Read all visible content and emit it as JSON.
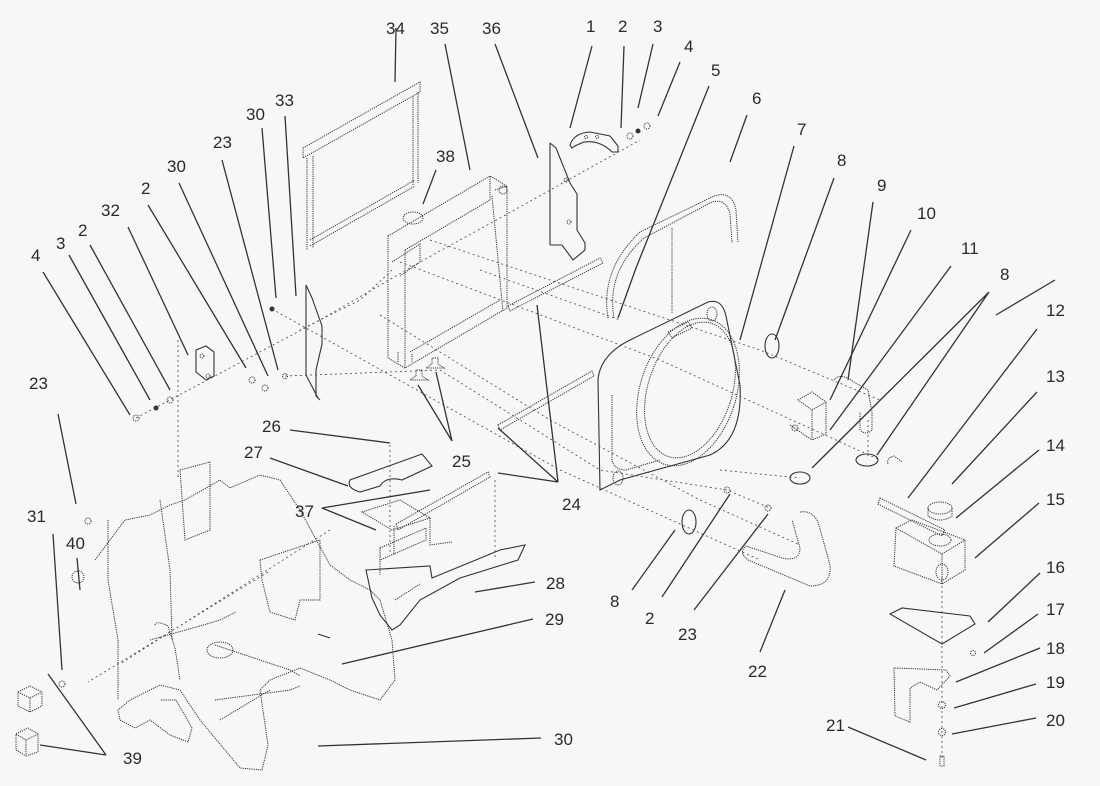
{
  "figure": {
    "type": "exploded-parts-diagram",
    "subject": "Radiator, fan shroud, coolant overflow tank and frame assembly"
  },
  "callouts": [
    {
      "id": "c1",
      "label": "1"
    },
    {
      "id": "c2a",
      "label": "2"
    },
    {
      "id": "c3a",
      "label": "3"
    },
    {
      "id": "c4a",
      "label": "4"
    },
    {
      "id": "c5",
      "label": "5"
    },
    {
      "id": "c6",
      "label": "6"
    },
    {
      "id": "c7",
      "label": "7"
    },
    {
      "id": "c8a",
      "label": "8"
    },
    {
      "id": "c9",
      "label": "9"
    },
    {
      "id": "c10",
      "label": "10"
    },
    {
      "id": "c11",
      "label": "11"
    },
    {
      "id": "c8b",
      "label": "8"
    },
    {
      "id": "c12",
      "label": "12"
    },
    {
      "id": "c13",
      "label": "13"
    },
    {
      "id": "c14",
      "label": "14"
    },
    {
      "id": "c15",
      "label": "15"
    },
    {
      "id": "c16",
      "label": "16"
    },
    {
      "id": "c17",
      "label": "17"
    },
    {
      "id": "c18",
      "label": "18"
    },
    {
      "id": "c19",
      "label": "19"
    },
    {
      "id": "c20",
      "label": "20"
    },
    {
      "id": "c21",
      "label": "21"
    },
    {
      "id": "c22",
      "label": "22"
    },
    {
      "id": "c23a",
      "label": "23"
    },
    {
      "id": "c2b",
      "label": "2"
    },
    {
      "id": "c8c",
      "label": "8"
    },
    {
      "id": "c24",
      "label": "24"
    },
    {
      "id": "c25",
      "label": "25"
    },
    {
      "id": "c26",
      "label": "26"
    },
    {
      "id": "c27",
      "label": "27"
    },
    {
      "id": "c28",
      "label": "28"
    },
    {
      "id": "c29",
      "label": "29"
    },
    {
      "id": "c30a",
      "label": "30"
    },
    {
      "id": "c37",
      "label": "37"
    },
    {
      "id": "c39",
      "label": "39"
    },
    {
      "id": "c31",
      "label": "31"
    },
    {
      "id": "c40",
      "label": "40"
    },
    {
      "id": "c23b",
      "label": "23"
    },
    {
      "id": "c4b",
      "label": "4"
    },
    {
      "id": "c3b",
      "label": "3"
    },
    {
      "id": "c2c",
      "label": "2"
    },
    {
      "id": "c32",
      "label": "32"
    },
    {
      "id": "c2d",
      "label": "2"
    },
    {
      "id": "c30b",
      "label": "30"
    },
    {
      "id": "c23c",
      "label": "23"
    },
    {
      "id": "c30c",
      "label": "30"
    },
    {
      "id": "c33",
      "label": "33"
    },
    {
      "id": "c34",
      "label": "34"
    },
    {
      "id": "c35",
      "label": "35"
    },
    {
      "id": "c36",
      "label": "36"
    },
    {
      "id": "c38",
      "label": "38"
    }
  ]
}
